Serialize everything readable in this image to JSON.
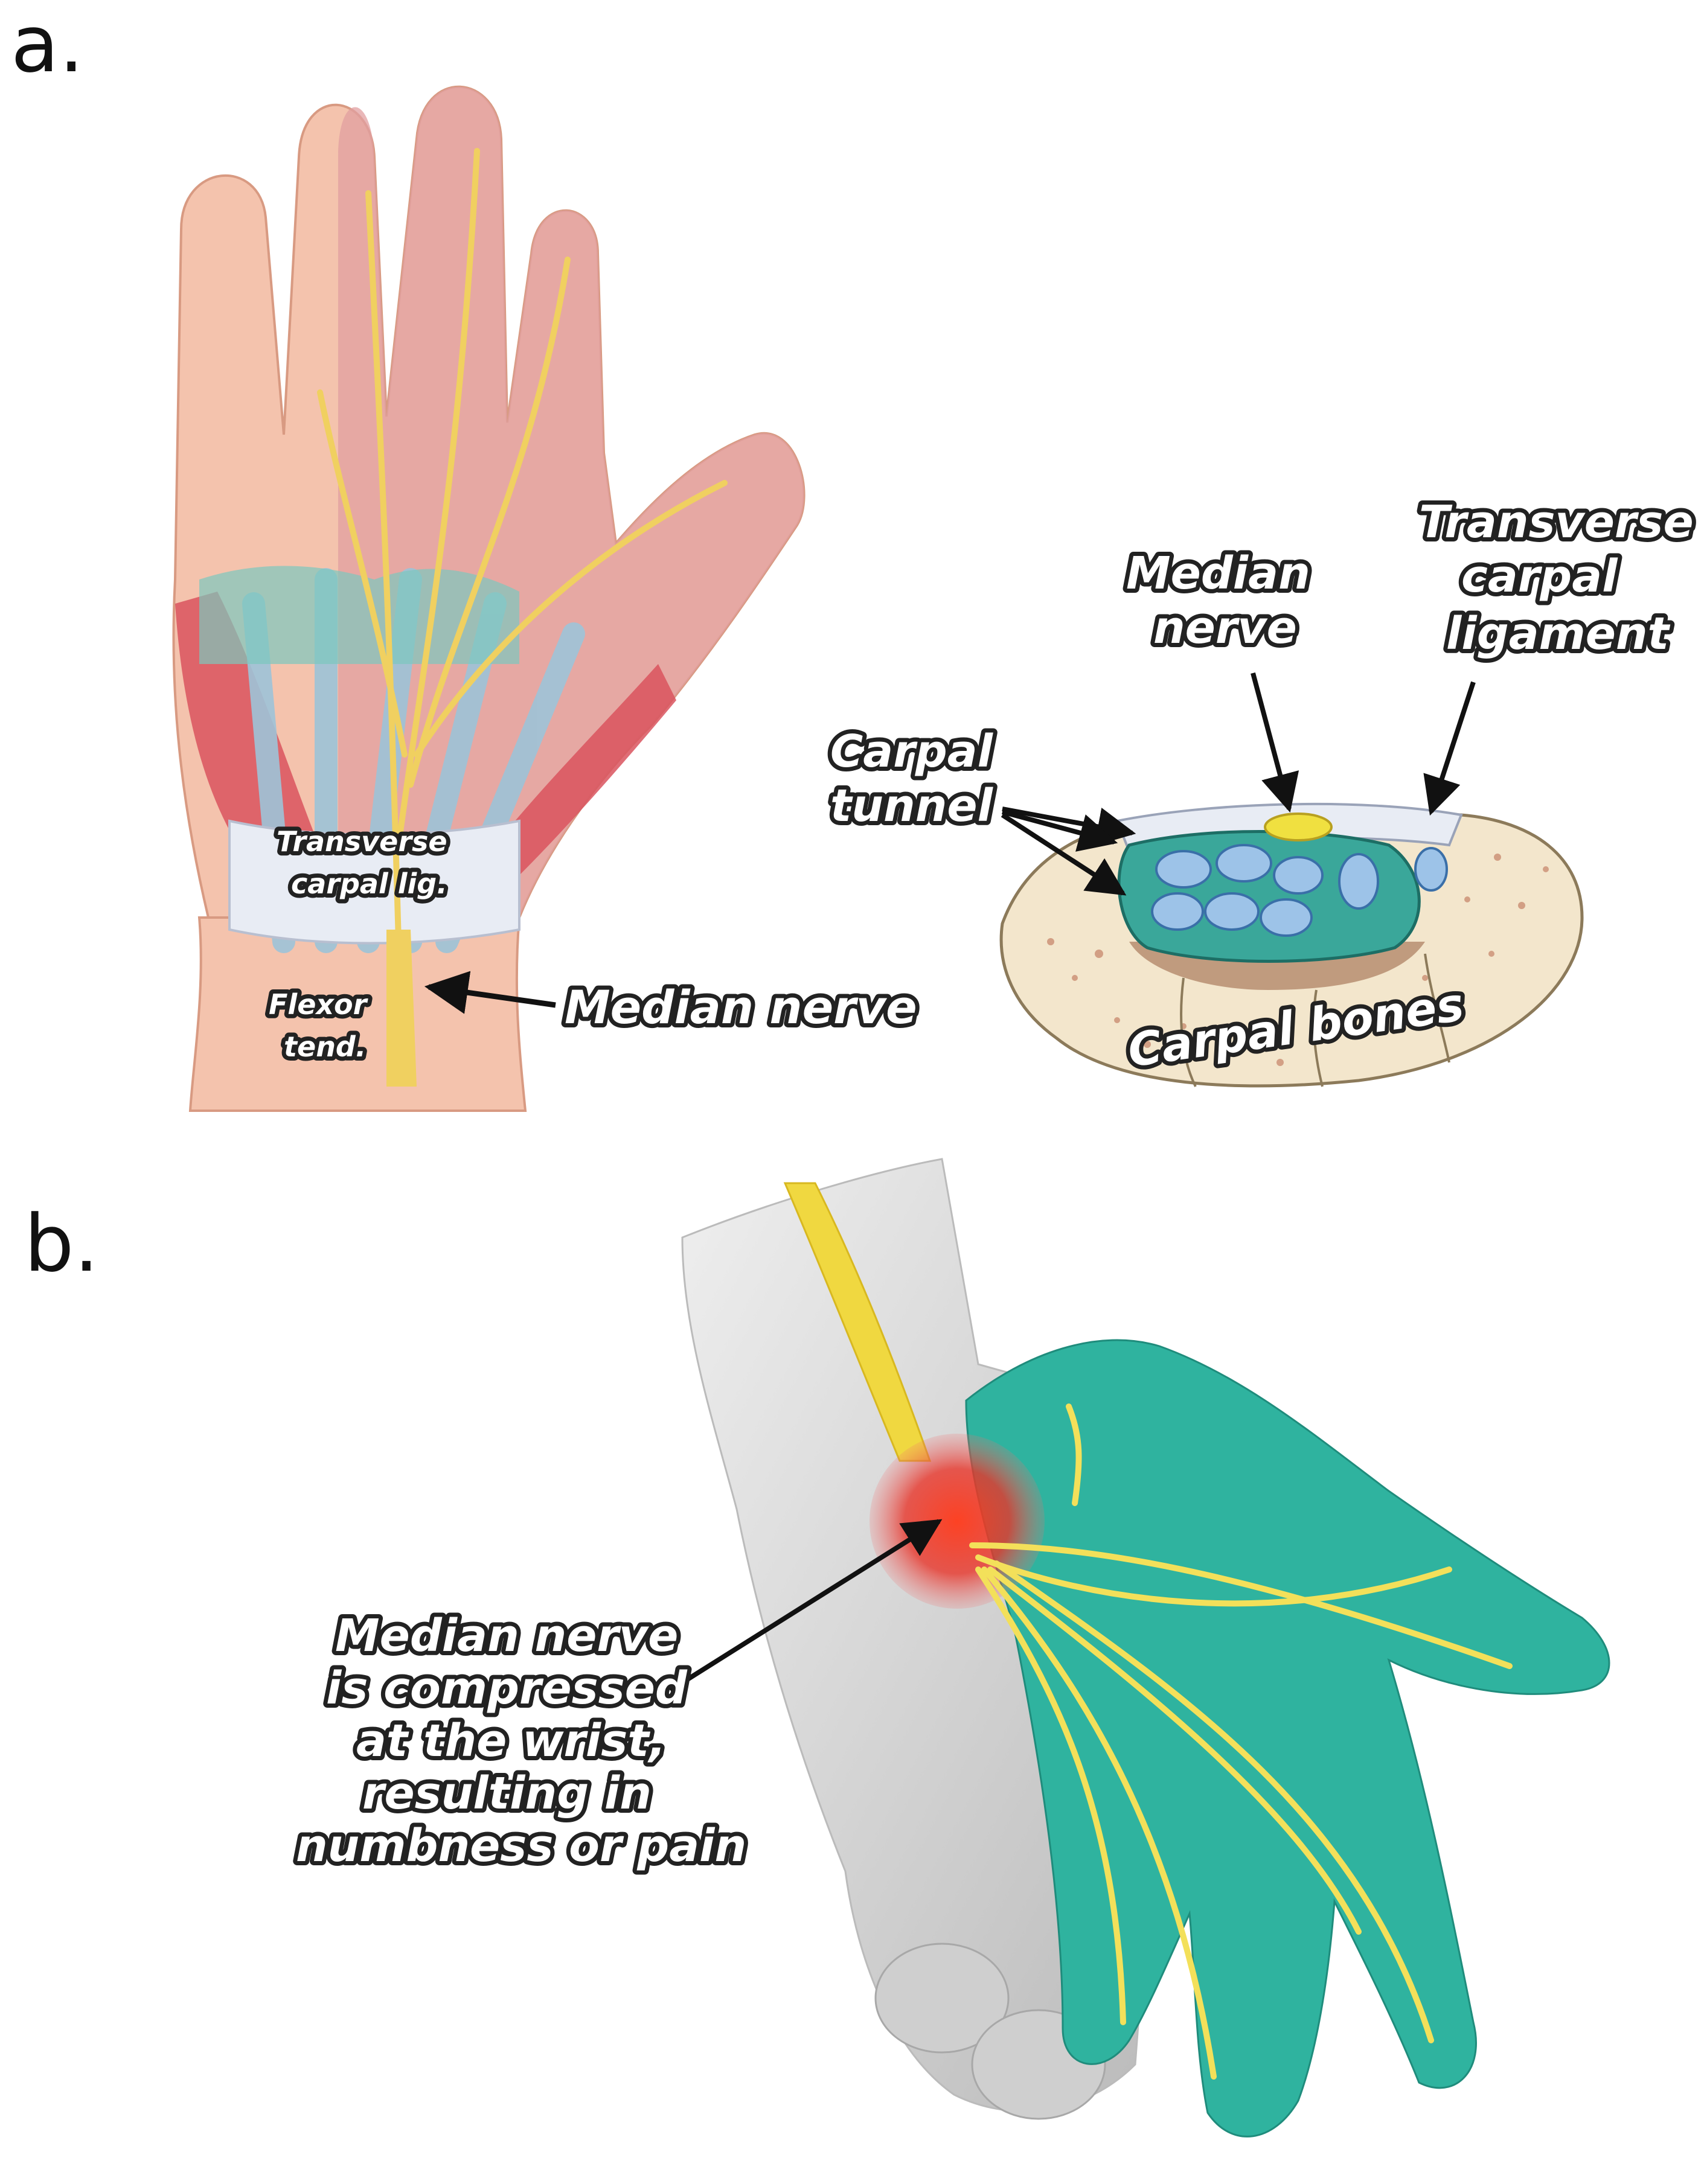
{
  "panels": {
    "a": {
      "letter": "a.",
      "hand_labels": {
        "ligament_line1": "Transverse",
        "ligament_line2": "carpal lig.",
        "tendon_line1": "Flexor",
        "tendon_line2": "tend.",
        "median_nerve": "Median nerve"
      },
      "section_labels": {
        "median_line1": "Median",
        "median_line2": "nerve",
        "transverse_line1": "Transverse",
        "transverse_line2": "carpal",
        "transverse_line3": "ligament",
        "tunnel_line1": "Carpal",
        "tunnel_line2": "tunnel",
        "bones": "Carpal bones"
      }
    },
    "b": {
      "letter": "b.",
      "caption_lines": [
        "Median nerve",
        "is compressed",
        "at the wrist,",
        "resulting in",
        "numbness or pain"
      ]
    }
  },
  "colors": {
    "skin": "#f4c3ad",
    "median_zone": "#e29fa0",
    "nerve": "#f0d060",
    "tendon": "#9dc3d8",
    "muscle": "#d9545e",
    "ligament": "#e8ecf4",
    "bone": "#f3e6cc",
    "tunnel": "#3aa79a",
    "gray_hand": "#d9d9d9",
    "teal_zone": "#2fb39f",
    "compression": "#e8352a"
  }
}
